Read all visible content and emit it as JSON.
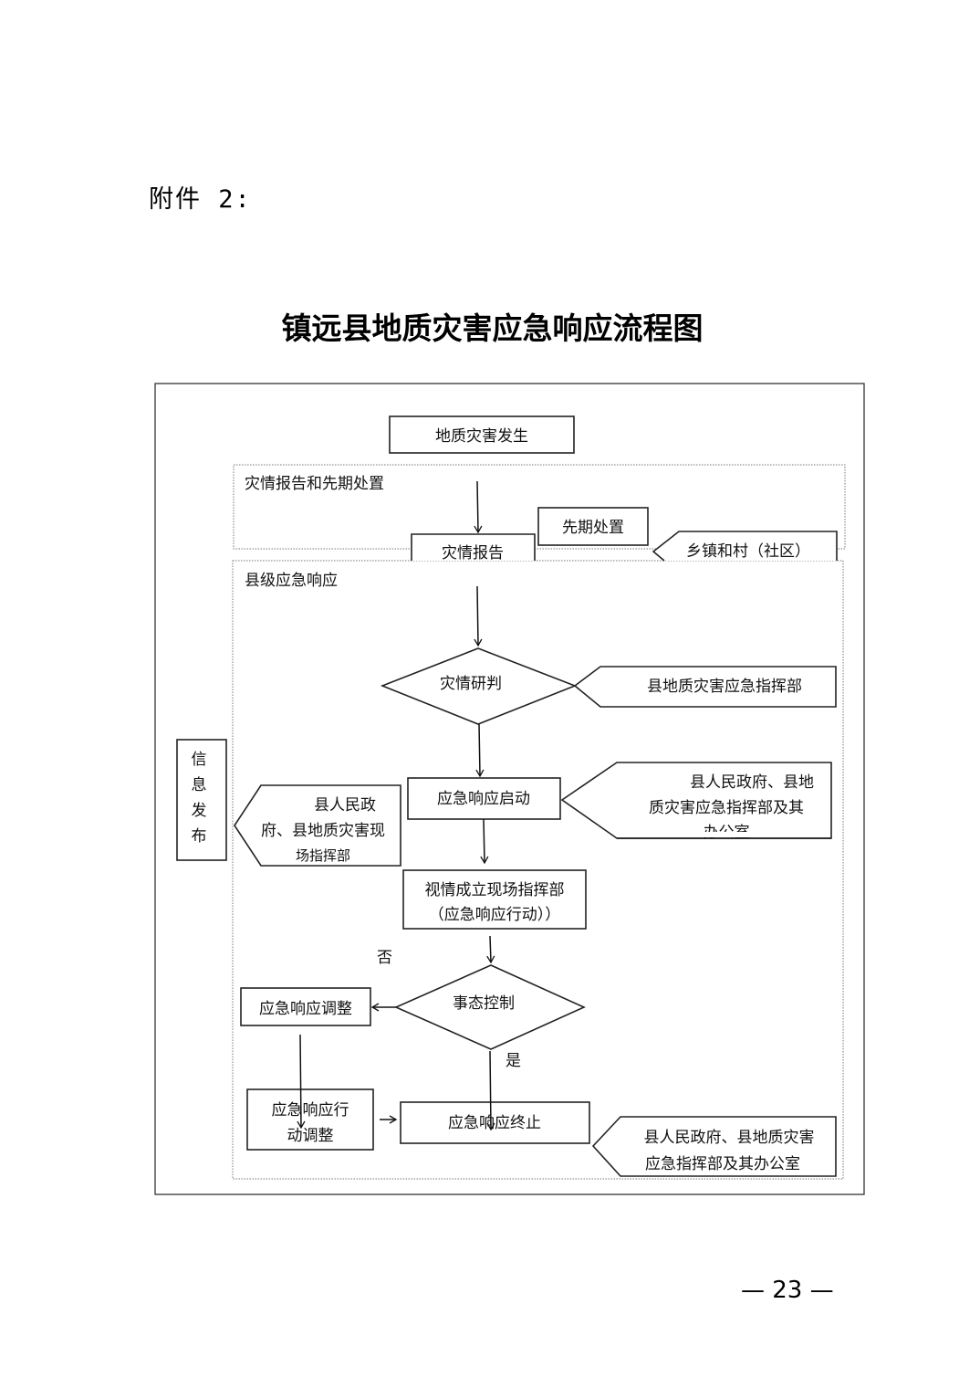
{
  "page": {
    "attachment_label": "附件 2:",
    "title": "镇远县地质灾害应急响应流程图",
    "page_number": "— 23 —"
  },
  "flowchart": {
    "sections": {
      "report": "灾情报告和先期处置",
      "county": "县级应急响应"
    },
    "nodes": {
      "occur": "地质灾害发生",
      "report": "灾情报告",
      "initial": "先期处置",
      "township": "乡镇和村（社区）",
      "judge": "灾情研判",
      "hq": "县地质灾害应急指挥部",
      "start": "应急响应启动",
      "start_resp": [
        "县人民政府、县地",
        "质灾害应急指挥部及其",
        "办公室"
      ],
      "info": [
        "信",
        "息",
        "发",
        "布"
      ],
      "field_resp": [
        "县人民政",
        "府、县地质灾害现",
        "场指挥部"
      ],
      "field_hq": [
        "视情成立现场指挥部",
        "（应急响应行动））"
      ],
      "control": "事态控制",
      "adjust": "应急响应调整",
      "action_adjust": [
        "应急响应行",
        "动调整"
      ],
      "end": "应急响应终止",
      "end_resp": [
        "县人民政府、县地质灾害",
        "应急指挥部及其办公室"
      ]
    },
    "labels": {
      "no": "否",
      "yes": "是"
    }
  }
}
